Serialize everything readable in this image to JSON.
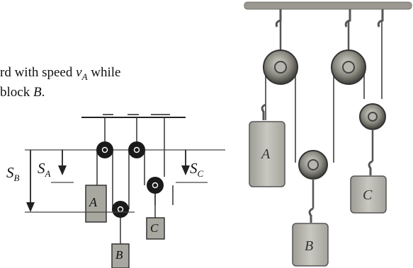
{
  "problem_text": {
    "line1_prefix": "rd with speed ",
    "line1_var": "v",
    "line1_sub": "A",
    "line1_suffix": " while",
    "line2_prefix": " block ",
    "line2_var": "B",
    "line2_suffix": "."
  },
  "left_diagram": {
    "sb_label": "S",
    "sb_sub": "B",
    "sa_label": "S",
    "sa_sub": "A",
    "sc_label": "S",
    "sc_sub": "C",
    "block_a": "A",
    "block_b": "B",
    "block_c": "C"
  },
  "right_diagram": {
    "block_a": "A",
    "block_b": "B",
    "block_c": "C"
  },
  "colors": {
    "pulley_dark": "#1a1a1a",
    "pulley_metal": "#8f8e86",
    "block_fill": "#b9b8b0",
    "ceiling": "#9a9890"
  }
}
